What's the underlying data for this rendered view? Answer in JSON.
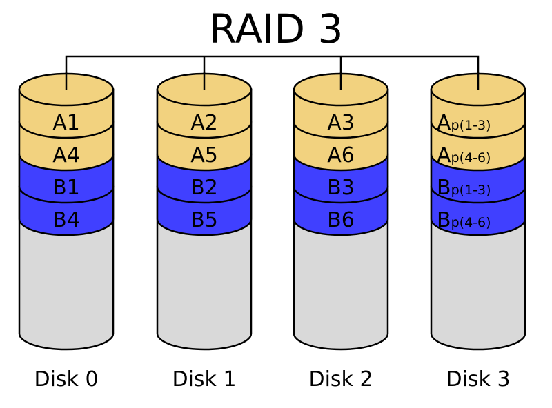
{
  "title": "RAID 3",
  "colors": {
    "block_a": "#f2d27f",
    "block_b": "#4040ff",
    "empty": "#d9d9d9",
    "stroke": "#000000"
  },
  "disks": [
    {
      "label": "Disk 0",
      "blocks": [
        {
          "main": "A1",
          "sub": "",
          "group": "a"
        },
        {
          "main": "A4",
          "sub": "",
          "group": "a"
        },
        {
          "main": "B1",
          "sub": "",
          "group": "b"
        },
        {
          "main": "B4",
          "sub": "",
          "group": "b"
        }
      ]
    },
    {
      "label": "Disk 1",
      "blocks": [
        {
          "main": "A2",
          "sub": "",
          "group": "a"
        },
        {
          "main": "A5",
          "sub": "",
          "group": "a"
        },
        {
          "main": "B2",
          "sub": "",
          "group": "b"
        },
        {
          "main": "B5",
          "sub": "",
          "group": "b"
        }
      ]
    },
    {
      "label": "Disk 2",
      "blocks": [
        {
          "main": "A3",
          "sub": "",
          "group": "a"
        },
        {
          "main": "A6",
          "sub": "",
          "group": "a"
        },
        {
          "main": "B3",
          "sub": "",
          "group": "b"
        },
        {
          "main": "B6",
          "sub": "",
          "group": "b"
        }
      ]
    },
    {
      "label": "Disk 3",
      "blocks": [
        {
          "main": "A",
          "sub": "p(1-3)",
          "group": "a"
        },
        {
          "main": "A",
          "sub": "p(4-6)",
          "group": "a"
        },
        {
          "main": "B",
          "sub": "p(1-3)",
          "group": "b"
        },
        {
          "main": "B",
          "sub": "p(4-6)",
          "group": "b"
        }
      ]
    }
  ]
}
